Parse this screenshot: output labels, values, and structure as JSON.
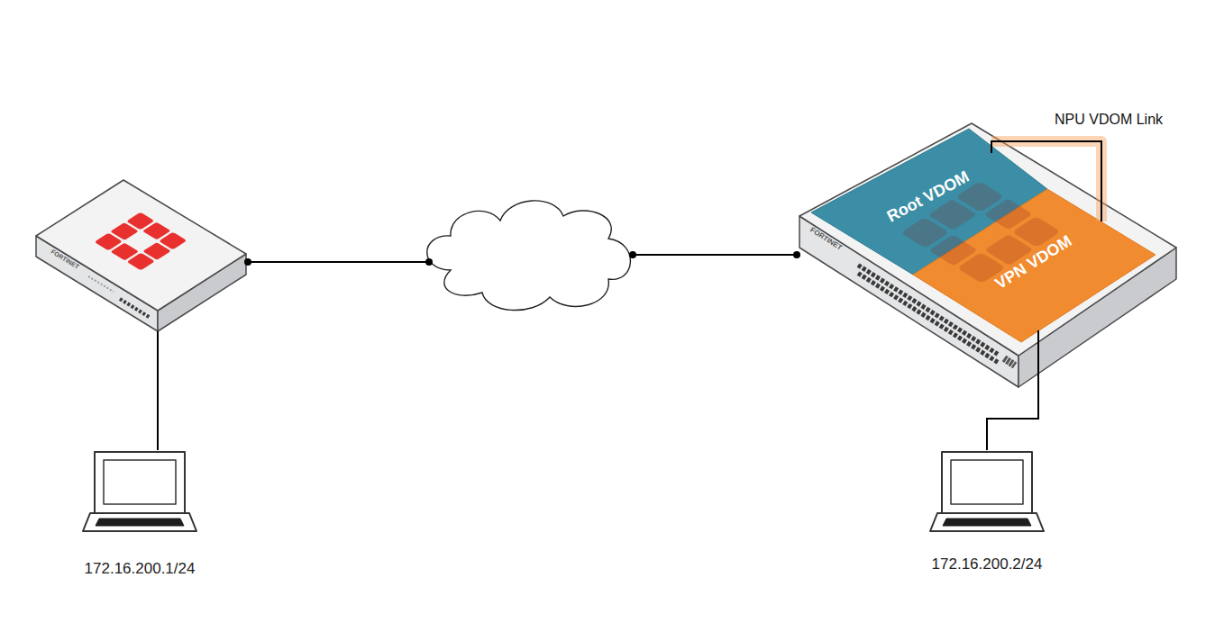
{
  "diagram": {
    "nodes": [
      {
        "text": [
          "FORTINET"
        ]
      },
      {
        "text": [
          "FORTINET"
        ]
      },
      {
        "text": [
          "Root VDOM"
        ],
        "in": 1
      },
      {
        "text": [
          "VPN VDOM"
        ],
        "in": 1
      },
      {
        "text": [
          "172.16.200.1/24"
        ]
      },
      {
        "text": [
          "172.16.200.2/24"
        ]
      }
    ],
    "edges": [
      {
        "from": 0,
        "to": 1,
        "arrow": "none"
      },
      {
        "from": 2,
        "to": 3,
        "label": "NPU VDOM Link",
        "arrow": "none"
      },
      {
        "from": 4,
        "to": 0,
        "arrow": "none"
      },
      {
        "from": 5,
        "to": 3,
        "arrow": "none"
      }
    ]
  }
}
